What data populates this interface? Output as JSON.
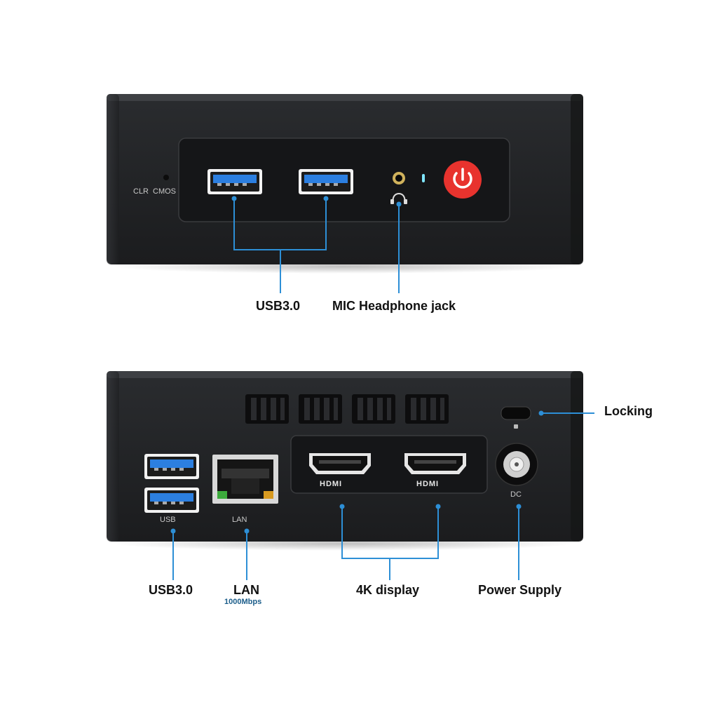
{
  "front": {
    "clr_cmos_line1": "CLR",
    "clr_cmos_line2": "CMOS",
    "labels": {
      "usb": "USB3.0",
      "mic": "MIC Headphone jack"
    }
  },
  "back": {
    "port_text": {
      "usb": "USB",
      "lan": "LAN",
      "hdmi": "HDMI",
      "dc": "DC"
    },
    "labels": {
      "usb": "USB3.0",
      "lan": "LAN",
      "lan_speed": "1000Mbps",
      "display": "4K display",
      "power": "Power Supply",
      "locking": "Locking"
    }
  },
  "colors": {
    "callout_line": "#2d8fd6",
    "power_button": "#e8332e",
    "led": "#7fe6ff",
    "usb_blue": "#2c7fe0",
    "lan_speed_text": "#1b5d8a"
  }
}
